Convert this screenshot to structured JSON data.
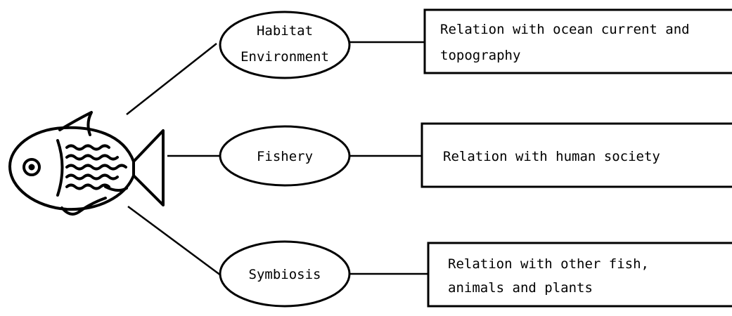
{
  "diagram": {
    "center_icon": "fish-icon",
    "nodes": [
      {
        "id": "habitat",
        "ellipse_lines": [
          "Habitat",
          "Environment"
        ],
        "box_lines": [
          "Relation with ocean current and",
          "topography"
        ]
      },
      {
        "id": "fishery",
        "ellipse_lines": [
          "Fishery"
        ],
        "box_lines": [
          "Relation with human society"
        ]
      },
      {
        "id": "symbiosis",
        "ellipse_lines": [
          "Symbiosis"
        ],
        "box_lines": [
          "Relation with other fish,",
          "animals and plants"
        ]
      }
    ]
  }
}
